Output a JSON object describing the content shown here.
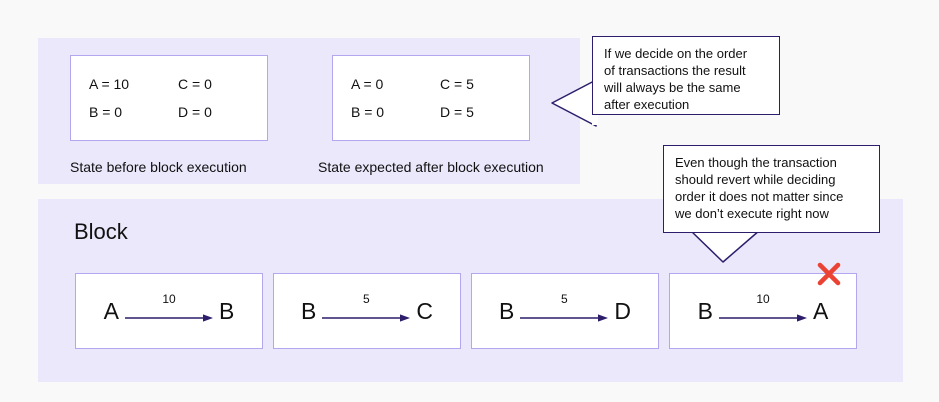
{
  "panels": {
    "state_panel_bg": "#ebe8fb",
    "block_panel_bg": "#ebe8fb"
  },
  "state_section": {
    "before": {
      "caption": "State before block execution",
      "cells": [
        "A = 10",
        "C = 0",
        "B = 0",
        "D = 0"
      ]
    },
    "after": {
      "caption": "State expected after block execution",
      "cells": [
        "A = 0",
        "C = 5",
        "B = 0",
        "D = 5"
      ]
    }
  },
  "block_section": {
    "title": "Block",
    "transactions": [
      {
        "from": "A",
        "amount": "10",
        "to": "B",
        "reverts": false
      },
      {
        "from": "B",
        "amount": "5",
        "to": "C",
        "reverts": false
      },
      {
        "from": "B",
        "amount": "5",
        "to": "D",
        "reverts": false
      },
      {
        "from": "B",
        "amount": "10",
        "to": "A",
        "reverts": true
      }
    ],
    "revert_marker": "x-mark",
    "revert_marker_color": "#ea4335"
  },
  "callouts": [
    {
      "id": "order-callout",
      "text": "If we decide on the order\nof transactions the result\nwill always be the same\nafter execution",
      "tail_direction": "left",
      "border_color": "#2d1d6b"
    },
    {
      "id": "revert-callout",
      "text": "Even though the transaction\nshould revert while deciding\norder it does not matter since\nwe don’t execute right now",
      "tail_direction": "down",
      "border_color": "#2d1d6b"
    }
  ],
  "colors": {
    "arrow": "#2d1d6b",
    "box_border": "#b3a8f0",
    "panel": "#ebe8fb",
    "page_bg": "#f9f9fa",
    "text": "#111111"
  }
}
